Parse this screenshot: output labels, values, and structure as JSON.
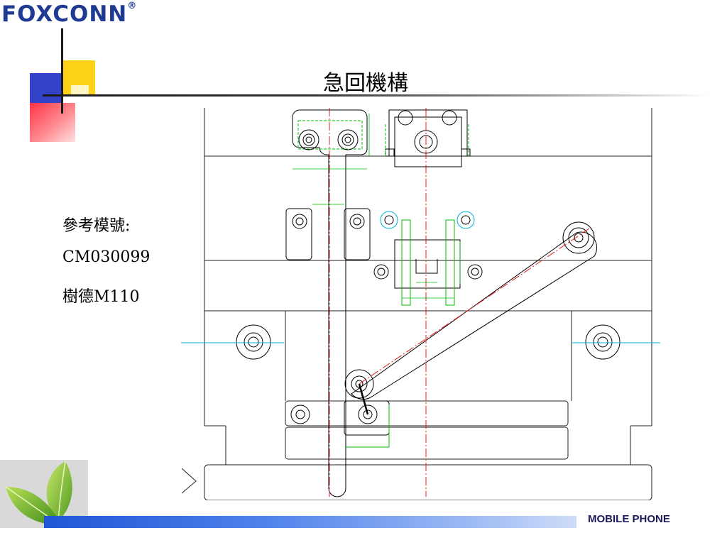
{
  "header": {
    "logo_text": "FOXCONN",
    "logo_mark": "®",
    "title": "急回機構"
  },
  "reference": {
    "line1": "參考模號:",
    "line2": "CM030099",
    "line3": "樹德M110"
  },
  "footer": {
    "label": "MOBILE PHONE"
  },
  "colors": {
    "logo": "#1f3a93",
    "deco_blue": "#3344c8",
    "deco_yellow": "#ffd21a",
    "deco_red": "#ff3344",
    "footer_bar": "#1f56d4",
    "cad_line": "#000000",
    "cad_center": "#e02020",
    "cad_dim": "#00c000",
    "cad_cyan": "#00b4d8"
  },
  "icons": {
    "leaf": "leaf-icon"
  }
}
